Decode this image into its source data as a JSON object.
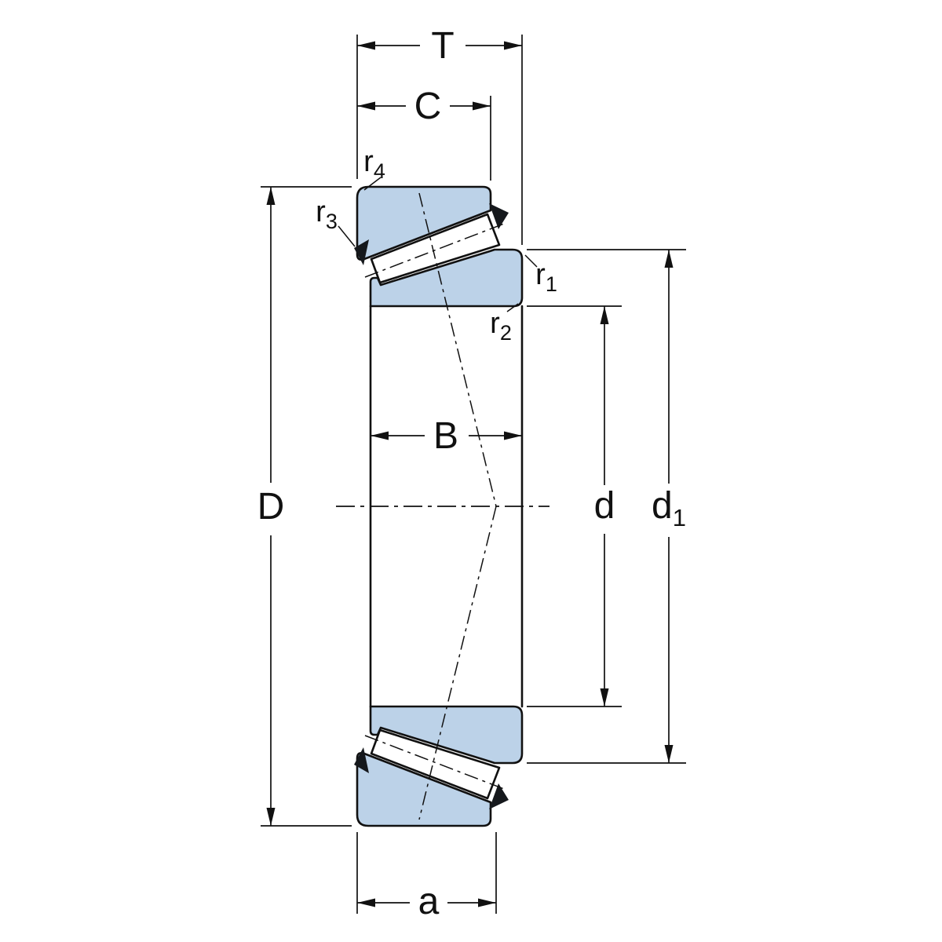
{
  "dimensions": {
    "T": {
      "label": "T"
    },
    "C": {
      "label": "C"
    },
    "B": {
      "label": "B"
    },
    "D": {
      "label": "D"
    },
    "d": {
      "label": "d"
    },
    "d1": {
      "base": "d",
      "sub": "1"
    },
    "a": {
      "label": "a"
    }
  },
  "fillets": {
    "r1": {
      "base": "r",
      "sub": "1"
    },
    "r2": {
      "base": "r",
      "sub": "2"
    },
    "r3": {
      "base": "r",
      "sub": "3"
    },
    "r4": {
      "base": "r",
      "sub": "4"
    }
  },
  "colors": {
    "background": "#ffffff",
    "ring_fill": "#bcd2e8",
    "roller_fill": "#ffffff",
    "cage_fill": "#15181c",
    "line": "#111111"
  }
}
